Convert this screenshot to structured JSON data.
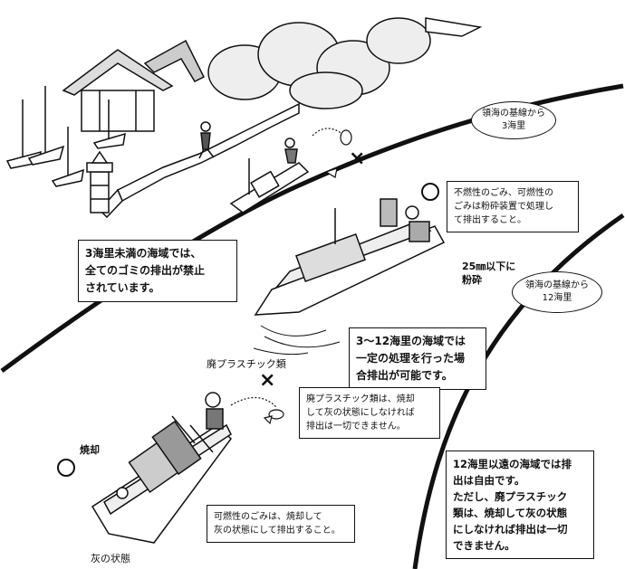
{
  "baselines": {
    "three_nm": "領海の基線から\n3海里",
    "twelve_nm": "領海の基線から\n12海里"
  },
  "zones": {
    "under_3nm": "3海里未満の海域では、\n全てのゴミの排出が禁止\nされています。",
    "three_to_12nm": "3～12海里の海域では\n一定の処理を行った場\n合排出が可能です。",
    "beyond_12nm": "12海里以遠の海域では排\n出は自由です。\nただし、廃プラスチック\n類は、焼却して灰の状態\nにしなければ排出は一切\nできません。"
  },
  "notes": {
    "noncombustible": "不燃性のごみ、可燃性の\nごみは粉砕装置で処理し\nて排出すること。",
    "waste_plastic": "廃プラスチック類は、焼却\nして灰の状態にしなければ\n排出は一切できません。",
    "combustible": "可燃性のごみは、焼却して\n灰の状態にして排出すること。"
  },
  "labels": {
    "grind": "25㎜以下に\n粉砕",
    "waste_plastic_title": "廃プラスチック類",
    "incinerate": "焼却",
    "ash_state": "灰の状態"
  },
  "symbols": {
    "cross": "×",
    "ok": "○"
  }
}
